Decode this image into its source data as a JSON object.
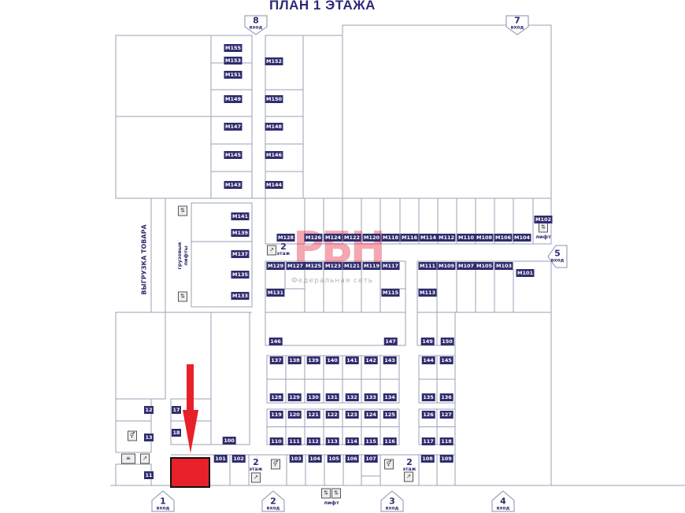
{
  "title": "ПЛАН 1 ЭТАЖА",
  "entrance_word": "вход",
  "entrances": [
    "8",
    "7",
    "5",
    "1",
    "2",
    "3",
    "4"
  ],
  "lift_label": "лифт",
  "floor2": {
    "number": "2",
    "word": "этаж"
  },
  "freight_unloading": "ВЫГРУЗКА ТОВАРА",
  "freight_lifts": "грузовые лифты",
  "watermark": {
    "logo": "РБН",
    "tagline": "Федеральная сеть"
  },
  "colors": {
    "label_bg": "#2f2c6e",
    "highlight": "#e8202a",
    "line": "#9aa0b5"
  },
  "units": [
    "M155",
    "M153",
    "M151",
    "M149",
    "M147",
    "M145",
    "M143",
    "M152",
    "M150",
    "M148",
    "M146",
    "M144",
    "M141",
    "M139",
    "M137",
    "M135",
    "M133",
    "M128",
    "M126",
    "M124",
    "M122",
    "M120",
    "M118",
    "M116",
    "M114",
    "M112",
    "M110",
    "M108",
    "M106",
    "M104",
    "M102",
    "M129",
    "M127",
    "M125",
    "M123",
    "M121",
    "M119",
    "M117",
    "M111",
    "M109",
    "M107",
    "M105",
    "M103",
    "M101",
    "M131",
    "M115",
    "M113",
    "146",
    "147",
    "149",
    "150",
    "137",
    "138",
    "139",
    "140",
    "141",
    "142",
    "143",
    "144",
    "145",
    "128",
    "129",
    "130",
    "131",
    "132",
    "133",
    "134",
    "135",
    "136",
    "119",
    "120",
    "121",
    "122",
    "123",
    "124",
    "125",
    "126",
    "127",
    "110",
    "111",
    "112",
    "113",
    "114",
    "115",
    "116",
    "117",
    "118",
    "12",
    "17",
    "13",
    "18",
    "100",
    "11",
    "101",
    "102",
    "103",
    "104",
    "105",
    "106",
    "107",
    "108",
    "109"
  ]
}
